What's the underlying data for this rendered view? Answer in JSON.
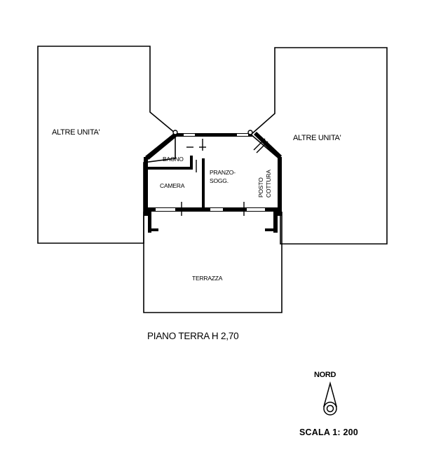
{
  "units": {
    "left_label": "ALTRE UNITA'",
    "right_label": "ALTRE UNITA'"
  },
  "rooms": {
    "bagno": "BAGNO",
    "camera": "CAMERA",
    "pranzo_line1": "PRANZO-",
    "pranzo_line2": "SOGG.",
    "posto_cottura_line1": "POSTO",
    "posto_cottura_line2": "COTTURA",
    "terrazza": "TERRAZZA"
  },
  "floor_title": "PIANO TERRA H 2,70",
  "north": {
    "label": "NORD",
    "icon": "north-arrow-icon"
  },
  "scale": "SCALA 1: 200"
}
